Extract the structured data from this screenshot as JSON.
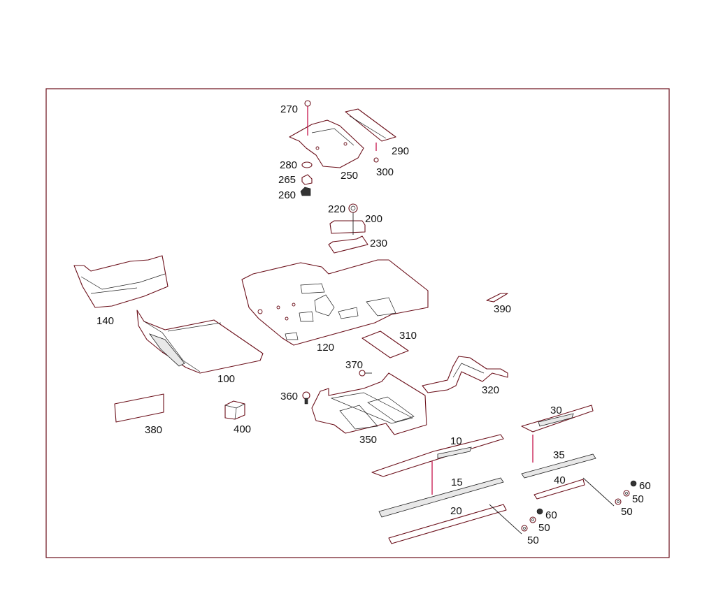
{
  "diagram": {
    "frame_color": "#6b0f1a",
    "accent_color": "#c0003c",
    "labels": {
      "p10": "10",
      "p15": "15",
      "p20": "20",
      "p30": "30",
      "p35": "35",
      "p40": "40",
      "p50a": "50",
      "p50b": "50",
      "p50c": "50",
      "p50d": "50",
      "p60a": "60",
      "p60b": "60",
      "p100": "100",
      "p120": "120",
      "p140": "140",
      "p200": "200",
      "p220": "220",
      "p230": "230",
      "p250": "250",
      "p260": "260",
      "p265": "265",
      "p270": "270",
      "p280": "280",
      "p290": "290",
      "p300": "300",
      "p310": "310",
      "p320": "320",
      "p350": "350",
      "p360": "360",
      "p370": "370",
      "p380": "380",
      "p390": "390",
      "p400": "400"
    }
  }
}
